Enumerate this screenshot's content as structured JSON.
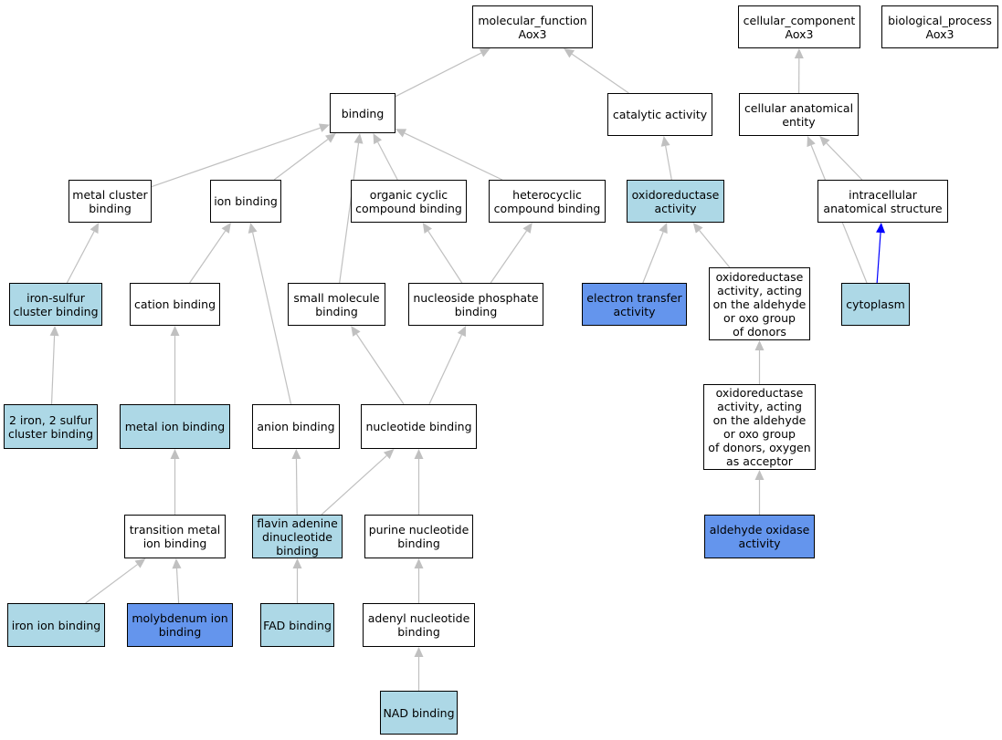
{
  "colors": {
    "default": "#ffffff",
    "light": "#add8e6",
    "annotated": "#6495ed",
    "edge": "#c0c0c0",
    "edge_highlight": "#0000ff"
  },
  "nodes": {
    "molecular_function": {
      "label": "molecular_function\nAox3",
      "fill": "default"
    },
    "cellular_component": {
      "label": "cellular_component\nAox3",
      "fill": "default"
    },
    "biological_process": {
      "label": "biological_process\nAox3",
      "fill": "default"
    },
    "binding": {
      "label": "binding",
      "fill": "default"
    },
    "catalytic_activity": {
      "label": "catalytic activity",
      "fill": "default"
    },
    "cellular_anatomical_entity": {
      "label": "cellular anatomical\nentity",
      "fill": "default"
    },
    "metal_cluster_binding": {
      "label": "metal cluster\nbinding",
      "fill": "default"
    },
    "ion_binding": {
      "label": "ion binding",
      "fill": "default"
    },
    "organic_cyclic_compound_binding": {
      "label": "organic cyclic\ncompound binding",
      "fill": "default"
    },
    "heterocyclic_compound_binding": {
      "label": "heterocyclic\ncompound binding",
      "fill": "default"
    },
    "oxidoreductase_activity": {
      "label": "oxidoreductase\nactivity",
      "fill": "light"
    },
    "intracellular_anatomical_structure": {
      "label": "intracellular\nanatomical structure",
      "fill": "default"
    },
    "iron_sulfur_cluster_binding": {
      "label": "iron-sulfur\ncluster binding",
      "fill": "light"
    },
    "cation_binding": {
      "label": "cation binding",
      "fill": "default"
    },
    "small_molecule_binding": {
      "label": "small molecule\nbinding",
      "fill": "default"
    },
    "nucleoside_phosphate_binding": {
      "label": "nucleoside phosphate\nbinding",
      "fill": "default"
    },
    "electron_transfer_activity": {
      "label": "electron transfer\nactivity",
      "fill": "annotated"
    },
    "oxidoreductase_aldehyde": {
      "label": "oxidoreductase\nactivity, acting\non the aldehyde\nor oxo group\nof donors",
      "fill": "default"
    },
    "cytoplasm": {
      "label": "cytoplasm",
      "fill": "light"
    },
    "two_iron_two_sulfur_cluster_binding": {
      "label": "2 iron, 2 sulfur\ncluster binding",
      "fill": "light"
    },
    "metal_ion_binding": {
      "label": "metal ion binding",
      "fill": "light"
    },
    "anion_binding": {
      "label": "anion binding",
      "fill": "default"
    },
    "nucleotide_binding": {
      "label": "nucleotide binding",
      "fill": "default"
    },
    "oxidoreductase_aldehyde_oxygen": {
      "label": "oxidoreductase\nactivity, acting\non the aldehyde\nor oxo group\nof donors, oxygen\nas acceptor",
      "fill": "default"
    },
    "transition_metal_ion_binding": {
      "label": "transition metal\nion binding",
      "fill": "default"
    },
    "fad_dinucleotide_binding": {
      "label": "flavin adenine\ndinucleotide\nbinding",
      "fill": "light"
    },
    "purine_nucleotide_binding": {
      "label": "purine nucleotide\nbinding",
      "fill": "default"
    },
    "aldehyde_oxidase_activity": {
      "label": "aldehyde oxidase\nactivity",
      "fill": "annotated"
    },
    "iron_ion_binding": {
      "label": "iron ion binding",
      "fill": "light"
    },
    "molybdenum_ion_binding": {
      "label": "molybdenum ion\nbinding",
      "fill": "annotated"
    },
    "fad_binding": {
      "label": "FAD binding",
      "fill": "light"
    },
    "adenyl_nucleotide_binding": {
      "label": "adenyl nucleotide\nbinding",
      "fill": "default"
    },
    "nad_binding": {
      "label": "NAD binding",
      "fill": "light"
    }
  },
  "edges": [
    {
      "from": "binding",
      "to": "molecular_function"
    },
    {
      "from": "catalytic_activity",
      "to": "molecular_function"
    },
    {
      "from": "cellular_anatomical_entity",
      "to": "cellular_component"
    },
    {
      "from": "metal_cluster_binding",
      "to": "binding"
    },
    {
      "from": "ion_binding",
      "to": "binding"
    },
    {
      "from": "small_molecule_binding",
      "to": "binding"
    },
    {
      "from": "organic_cyclic_compound_binding",
      "to": "binding"
    },
    {
      "from": "heterocyclic_compound_binding",
      "to": "binding"
    },
    {
      "from": "oxidoreductase_activity",
      "to": "catalytic_activity"
    },
    {
      "from": "intracellular_anatomical_structure",
      "to": "cellular_anatomical_entity"
    },
    {
      "from": "cytoplasm",
      "to": "cellular_anatomical_entity"
    },
    {
      "from": "cytoplasm",
      "to": "intracellular_anatomical_structure",
      "highlight": true
    },
    {
      "from": "iron_sulfur_cluster_binding",
      "to": "metal_cluster_binding"
    },
    {
      "from": "cation_binding",
      "to": "ion_binding"
    },
    {
      "from": "anion_binding",
      "to": "ion_binding"
    },
    {
      "from": "nucleoside_phosphate_binding",
      "to": "organic_cyclic_compound_binding"
    },
    {
      "from": "nucleoside_phosphate_binding",
      "to": "heterocyclic_compound_binding"
    },
    {
      "from": "electron_transfer_activity",
      "to": "oxidoreductase_activity"
    },
    {
      "from": "oxidoreductase_aldehyde",
      "to": "oxidoreductase_activity"
    },
    {
      "from": "two_iron_two_sulfur_cluster_binding",
      "to": "iron_sulfur_cluster_binding"
    },
    {
      "from": "metal_ion_binding",
      "to": "cation_binding"
    },
    {
      "from": "nucleotide_binding",
      "to": "small_molecule_binding"
    },
    {
      "from": "nucleotide_binding",
      "to": "nucleoside_phosphate_binding"
    },
    {
      "from": "oxidoreductase_aldehyde_oxygen",
      "to": "oxidoreductase_aldehyde"
    },
    {
      "from": "transition_metal_ion_binding",
      "to": "metal_ion_binding"
    },
    {
      "from": "fad_dinucleotide_binding",
      "to": "anion_binding"
    },
    {
      "from": "fad_dinucleotide_binding",
      "to": "nucleotide_binding"
    },
    {
      "from": "purine_nucleotide_binding",
      "to": "nucleotide_binding"
    },
    {
      "from": "aldehyde_oxidase_activity",
      "to": "oxidoreductase_aldehyde_oxygen"
    },
    {
      "from": "iron_ion_binding",
      "to": "transition_metal_ion_binding"
    },
    {
      "from": "molybdenum_ion_binding",
      "to": "transition_metal_ion_binding"
    },
    {
      "from": "fad_binding",
      "to": "fad_dinucleotide_binding"
    },
    {
      "from": "adenyl_nucleotide_binding",
      "to": "purine_nucleotide_binding"
    },
    {
      "from": "nad_binding",
      "to": "adenyl_nucleotide_binding"
    }
  ]
}
